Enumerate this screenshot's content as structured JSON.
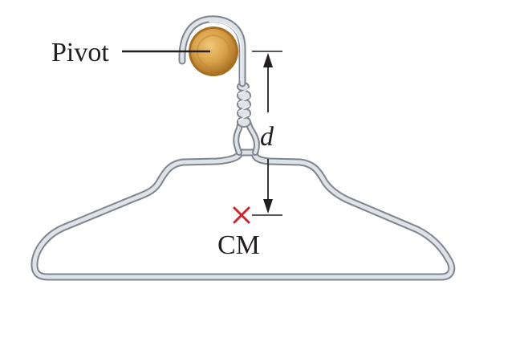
{
  "labels": {
    "pivot": "Pivot",
    "distance": "d",
    "center_of_mass": "CM"
  },
  "colors": {
    "wire_outline": "#7d8590",
    "wire_fill": "#dfe3e8",
    "wire_highlight": "#f7f9fb",
    "pivot_outer": "#b07a2a",
    "pivot_inner": "#d9a24a",
    "pivot_highlight": "#f0c878",
    "cm_marker": "#c8282d",
    "ink": "#231f20",
    "background": "#ffffff"
  }
}
